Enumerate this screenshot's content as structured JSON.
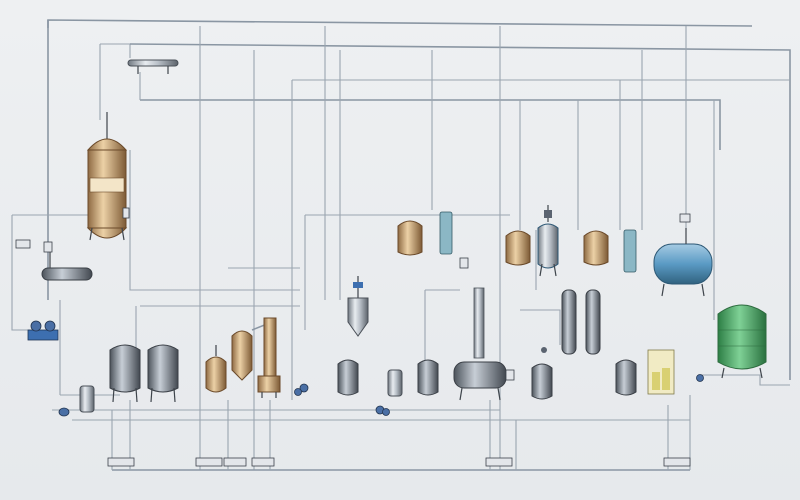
{
  "colors": {
    "background": "#e9ecef",
    "pipe": "#8a96a3",
    "stainless": "#b7bec6",
    "copper_tint": "#c9a574",
    "cooling_tower": "#4fb56a",
    "receiver_tank": "#5a9ac4",
    "pump": "#4a6fa5"
  },
  "equipment": [
    {
      "name": "extraction-column",
      "kind": "vertical vessel with sight glass"
    },
    {
      "name": "steam-header",
      "kind": "manifold"
    },
    {
      "name": "horizontal-buffer-tank",
      "kind": "horizontal vessel"
    },
    {
      "name": "air-compressor",
      "kind": "compressor unit"
    },
    {
      "name": "storage-tank-1",
      "kind": "vertical tank"
    },
    {
      "name": "storage-tank-2",
      "kind": "vertical tank"
    },
    {
      "name": "evaporator-feed-tank",
      "kind": "small vessel"
    },
    {
      "name": "concentrator",
      "kind": "evaporator with condenser"
    },
    {
      "name": "filter-1",
      "kind": "filter housing"
    },
    {
      "name": "mixing-tank",
      "kind": "conical tank with agitator"
    },
    {
      "name": "receiver-tank-1",
      "kind": "small vertical tank"
    },
    {
      "name": "filter-2",
      "kind": "filter housing"
    },
    {
      "name": "condensate-tank-1",
      "kind": "small vertical tank"
    },
    {
      "name": "condenser-1",
      "kind": "tubular heat exchanger"
    },
    {
      "name": "high-tank-1",
      "kind": "overhead tank"
    },
    {
      "name": "distillation-still",
      "kind": "horizontal still with column"
    },
    {
      "name": "high-tank-2",
      "kind": "overhead tank"
    },
    {
      "name": "reactor",
      "kind": "glass-lined reactor with agitator"
    },
    {
      "name": "high-tank-3",
      "kind": "overhead tank"
    },
    {
      "name": "condenser-2",
      "kind": "tubular heat exchanger"
    },
    {
      "name": "resin-column-1",
      "kind": "tall column"
    },
    {
      "name": "resin-column-2",
      "kind": "tall column"
    },
    {
      "name": "collection-tank-1",
      "kind": "small vertical tank"
    },
    {
      "name": "collection-tank-2",
      "kind": "small vertical tank"
    },
    {
      "name": "vacuum-receiver",
      "kind": "horizontal blue tank"
    },
    {
      "name": "cooling-tower",
      "kind": "green cooling tower"
    },
    {
      "name": "dosing-unit",
      "kind": "chemical dosing skid"
    }
  ]
}
